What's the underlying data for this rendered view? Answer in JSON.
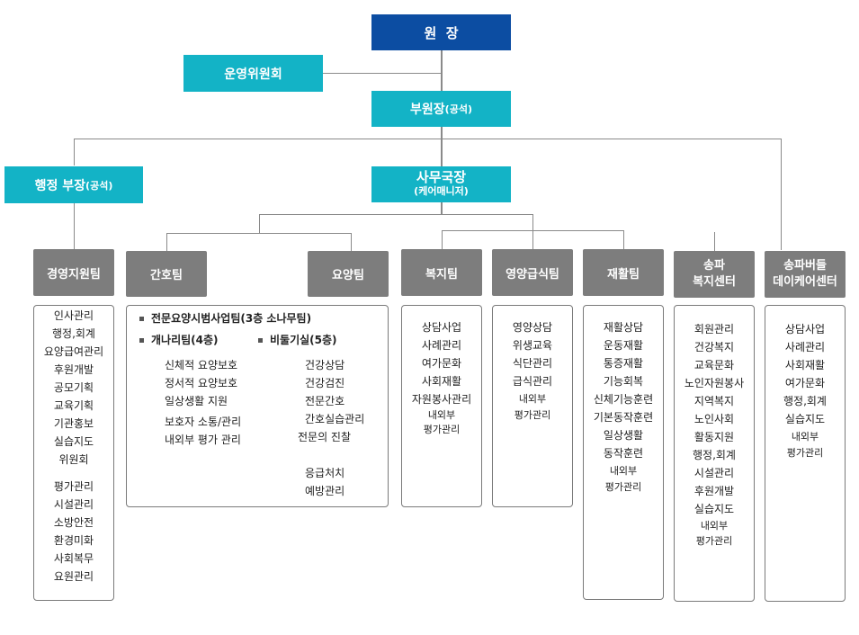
{
  "top": {
    "director": "원  장",
    "committee": "운영위원회",
    "vice": "부원장",
    "vice_note": "(공석)"
  },
  "admin": {
    "title": "행정 부장",
    "note": "(공석)"
  },
  "secretary": {
    "title": "사무국장",
    "note": "(케어매니저)"
  },
  "teams": {
    "management": "경영지원팀",
    "nursing": "간호팀",
    "care": "요양팀",
    "welfare": "복지팀",
    "nutrition": "영양급식팀",
    "rehab": "재활팀",
    "songpa_welfare": [
      "송파",
      "복지센터"
    ],
    "songpa_daycare": [
      "송파버들",
      "데이케어센터"
    ]
  },
  "panels": {
    "management": {
      "group1": [
        "인사관리",
        "행정,회계",
        "요양급여관리",
        "후원개발",
        "공모기획",
        "교육기획",
        "기관홍보",
        "실습지도",
        "위원회"
      ],
      "group2": [
        "평가관리",
        "시설관리",
        "소방안전",
        "환경미화",
        "사회복무",
        "요원관리"
      ]
    },
    "care": {
      "header1": "전문요양시범사업팀(3층 소나무팀)",
      "header2a": "개나리팀(4층)",
      "header2b": "비둘기실(5층)",
      "left": [
        "신체적 요양보호",
        "정서적 요양보호",
        "일상생활 지원"
      ],
      "left2": [
        "보호자 소통/관리",
        "내외부 평가 관리"
      ],
      "right": [
        "건강상담",
        "건강검진",
        "전문간호",
        "간호실습관리",
        "전문의 진찰"
      ],
      "right2": [
        "응급처치",
        "예방관리"
      ]
    },
    "welfare": [
      "상담사업",
      "사례관리",
      "여가문화",
      "사회재활",
      "자원봉사관리",
      "내외부",
      "평가관리"
    ],
    "nutrition": [
      "영양상담",
      "위생교육",
      "식단관리",
      "급식관리",
      "내외부",
      "평가관리"
    ],
    "rehab": [
      "재활상담",
      "운동재활",
      "통증재활",
      "기능회복",
      "신체기능훈련",
      "기본동작훈련",
      "일상생활",
      "동작훈련",
      "내외부",
      "평가관리"
    ],
    "songpa_welfare": [
      "회원관리",
      "건강복지",
      "교육문화",
      "노인자원봉사",
      "지역복지",
      "노인사회",
      "활동지원",
      "행정,회계",
      "시설관리",
      "후원개발",
      "실습지도",
      "내외부",
      "평가관리"
    ],
    "songpa_daycare": [
      "상담사업",
      "사례관리",
      "사회재활",
      "여가문화",
      "행정,회계",
      "실습지도",
      "내외부",
      "평가관리"
    ]
  }
}
